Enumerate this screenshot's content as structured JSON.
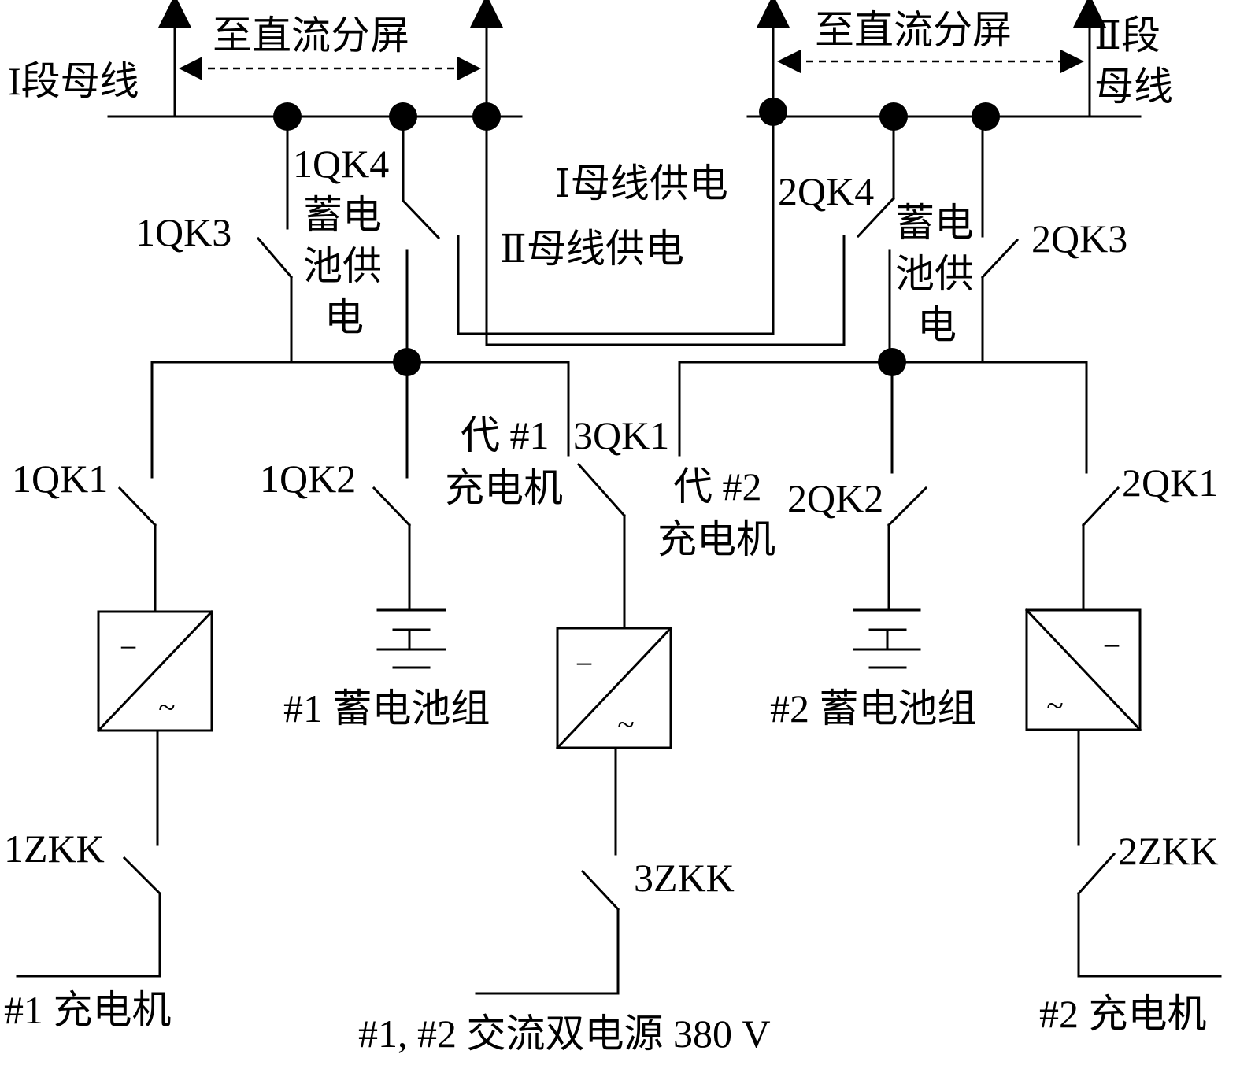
{
  "labels": {
    "bus1_name": "I段母线",
    "bus2_name_line1": "Ⅱ段",
    "bus2_name_line2": "母线",
    "to_dc_panel_left": "至直流分屏",
    "to_dc_panel_right": "至直流分屏",
    "sw_1qk4": "1QK4",
    "sw_1qk3": "1QK3",
    "battery_supply_left": [
      "蓄电",
      "池供",
      "电"
    ],
    "bus1_supply": "Ⅰ母线供电",
    "bus2_supply": "Ⅱ母线供电",
    "sw_2qk4": "2QK4",
    "sw_2qk3": "2QK3",
    "battery_supply_right": [
      "蓄电",
      "池供",
      "电"
    ],
    "sw_1qk1": "1QK1",
    "sw_1qk2": "1QK2",
    "replace_charger1_line1": "代 #1",
    "replace_charger1_line2": "充电机",
    "sw_3qk1": "3QK1",
    "replace_charger2_line1": "代 #2",
    "replace_charger2_line2": "充电机",
    "sw_2qk2": "2QK2",
    "sw_2qk1": "2QK1",
    "battery_group1": "#1 蓄电池组",
    "battery_group2": "#2 蓄电池组",
    "sw_1zkk": "1ZKK",
    "sw_3zkk": "3ZKK",
    "sw_2zkk": "2ZKK",
    "charger1": "#1 充电机",
    "charger2": "#2 充电机",
    "ac_source": "#1, #2 交流双电源 380 V"
  },
  "converter_symbols": {
    "dc": "−",
    "ac": "~"
  }
}
